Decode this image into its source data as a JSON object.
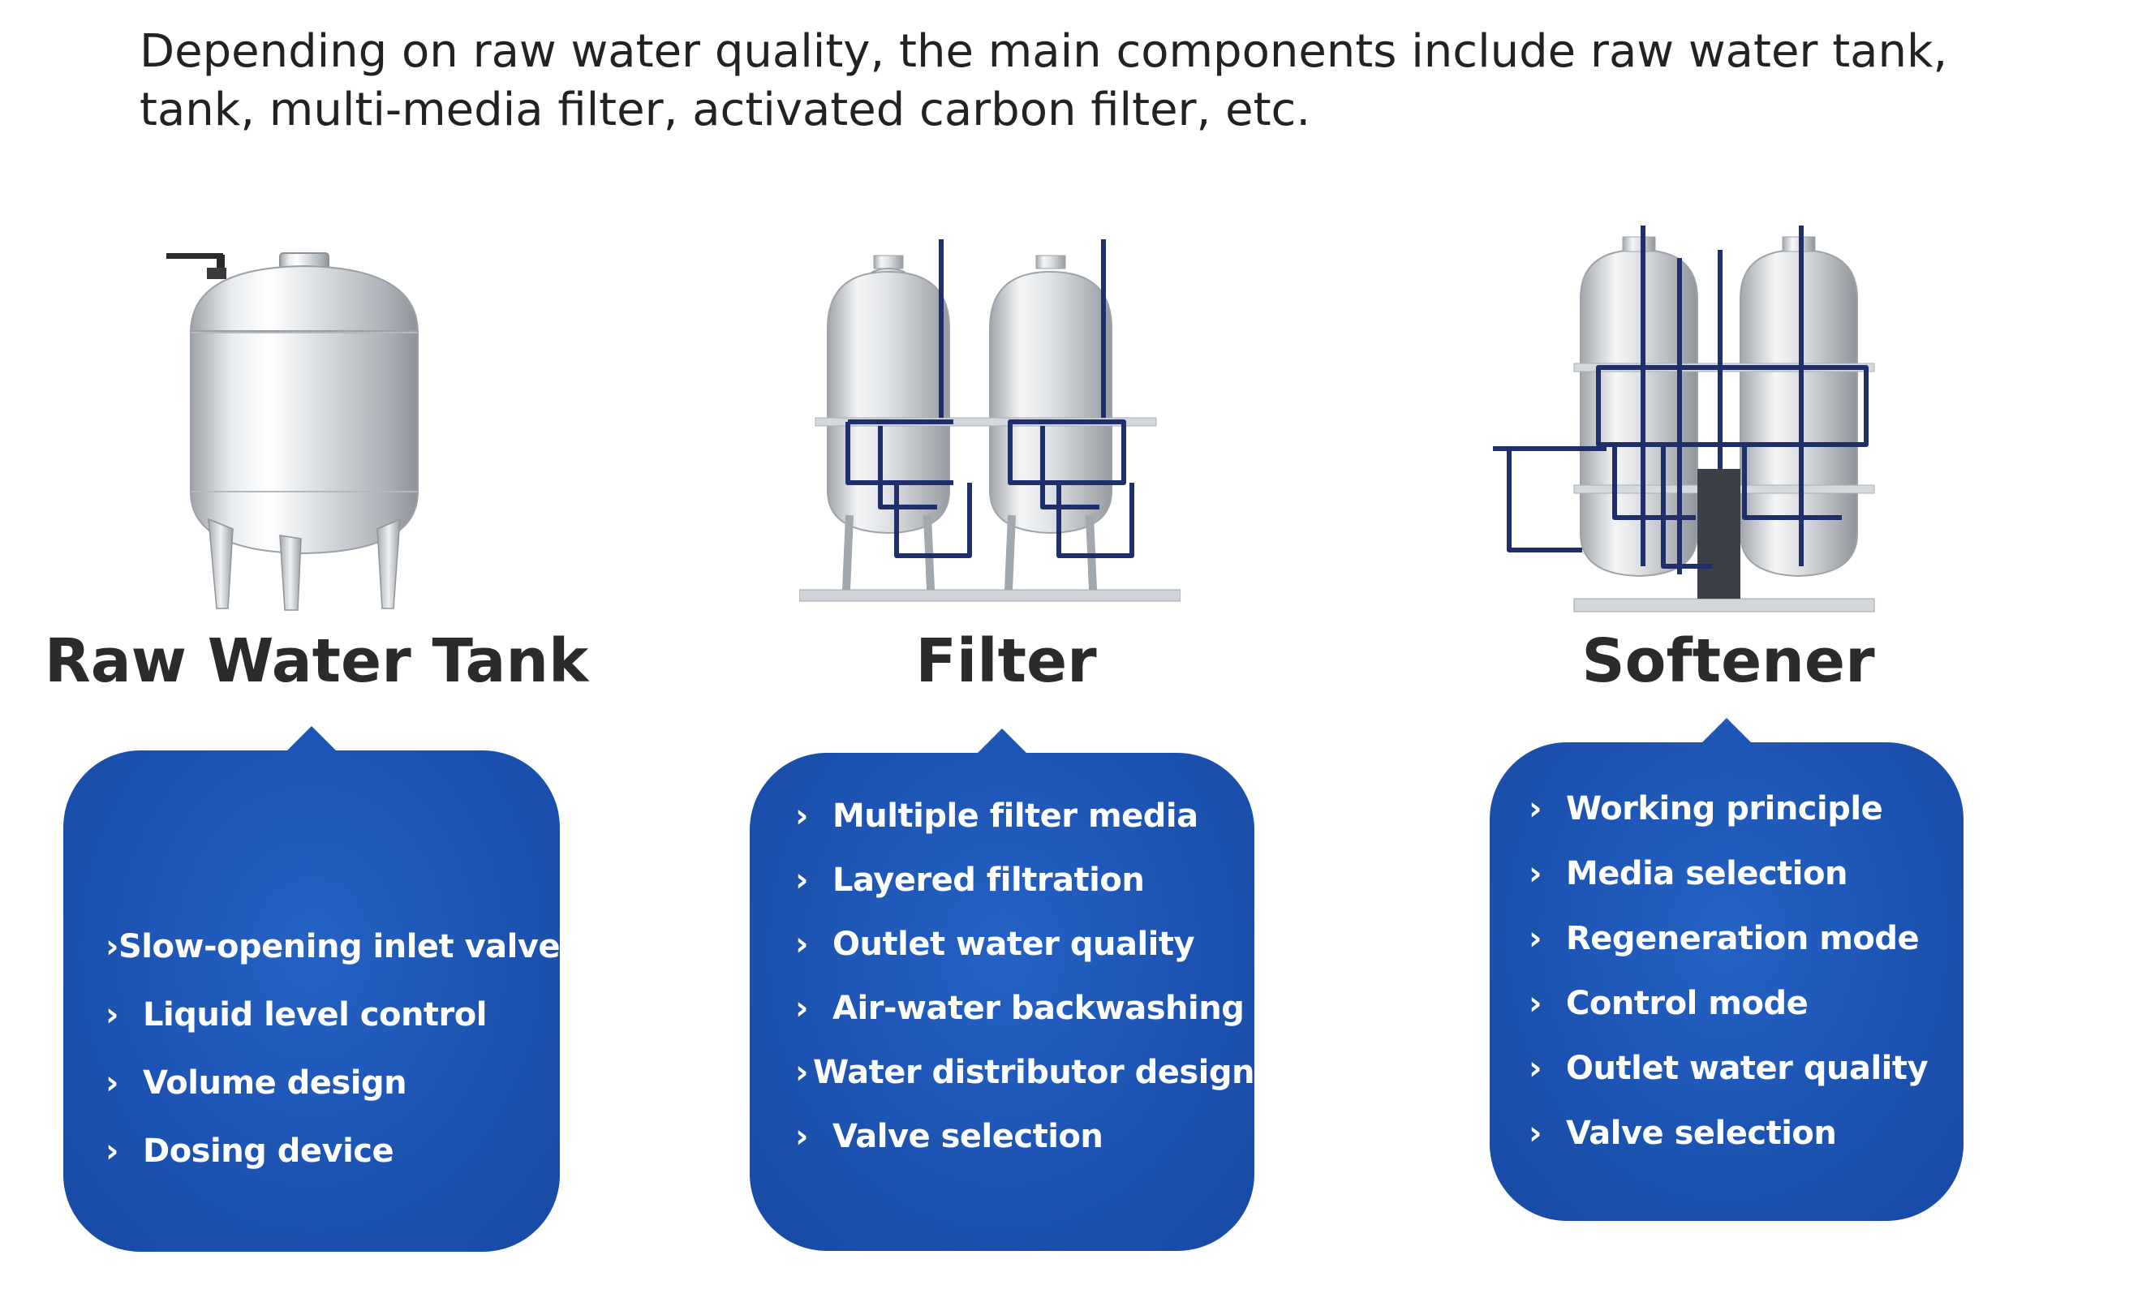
{
  "intro": {
    "line1": "Depending on raw water quality, the main components include raw water tank,",
    "line2": "tank, multi-media filter, activated carbon filter, etc."
  },
  "sections": [
    {
      "title": "Raw Water Tank",
      "icon": "raw-water-tank-illustration",
      "items": [
        "Slow-opening inlet valve",
        "Liquid level control",
        "Volume design",
        "Dosing device"
      ]
    },
    {
      "title": "Filter",
      "icon": "twin-filter-illustration",
      "items": [
        "Multiple filter media",
        "Layered filtration",
        "Outlet water quality",
        "Air-water backwashing",
        "Water distributor design",
        "Valve selection"
      ]
    },
    {
      "title": "Softener",
      "icon": "twin-softener-illustration",
      "items": [
        "Working principle",
        "Media selection",
        "Regeneration mode",
        "Control mode",
        "Outlet water quality",
        "Valve selection"
      ]
    }
  ],
  "colors": {
    "card_blue": "#1d56b5",
    "pipe_navy": "#1f2f6b",
    "steel": "#c9cdd2",
    "title_text": "#2b2b2b"
  },
  "bullet_glyph": "›"
}
